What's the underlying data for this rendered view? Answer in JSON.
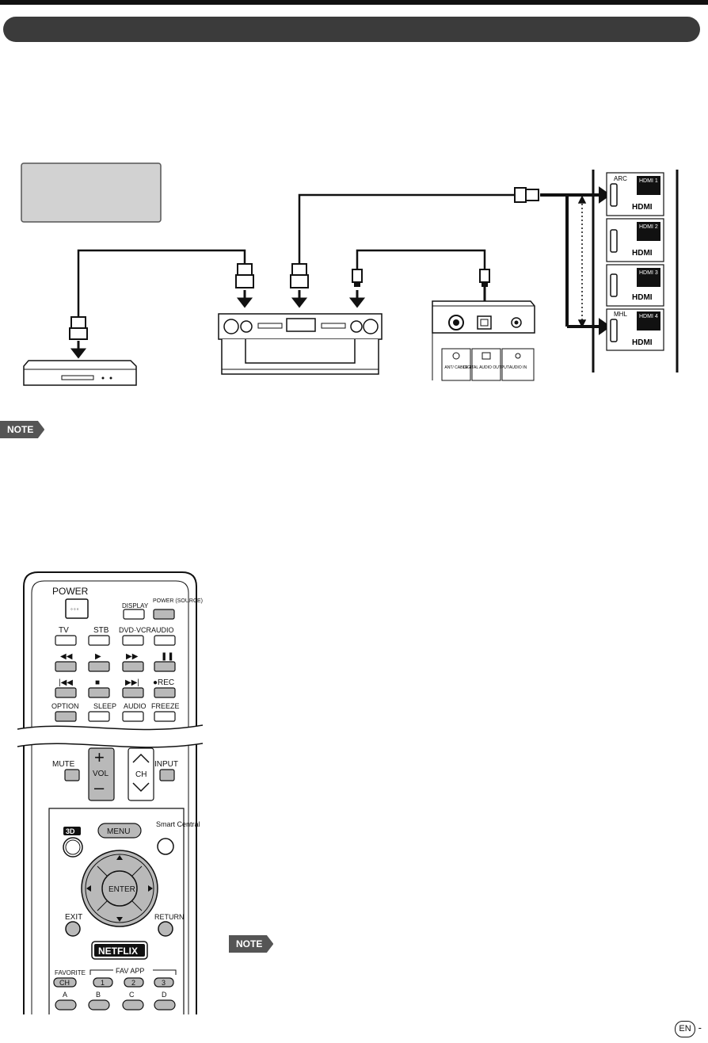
{
  "note_badge": "NOTE",
  "tv_panel": {
    "ports": [
      {
        "tag": "ARC",
        "label": "HDMI 1",
        "logo": "HDMI"
      },
      {
        "tag": "",
        "label": "HDMI 2",
        "logo": "HDMI"
      },
      {
        "tag": "",
        "label": "HDMI 3",
        "logo": "HDMI"
      },
      {
        "tag": "MHL",
        "label": "HDMI 4",
        "logo": "HDMI"
      }
    ]
  },
  "tv_back": {
    "labels": [
      "ANT/ CABLE",
      "DIGITAL AUDIO OUTPUT",
      "AUDIO IN"
    ]
  },
  "remote": {
    "top_row": [
      "POWER",
      "DISPLAY",
      "POWER (SOURCE)"
    ],
    "row2": [
      "TV",
      "STB",
      "DVD·VCR",
      "AUDIO"
    ],
    "row3_icons": [
      "rewind",
      "play",
      "fast-forward",
      "pause"
    ],
    "row4_icons": [
      "skip-back",
      "stop",
      "skip-forward",
      "record"
    ],
    "row4_rec": "●REC",
    "row5": [
      "OPTION",
      "SLEEP",
      "AUDIO",
      "FREEZE"
    ],
    "vol": "VOL",
    "ch": "CH",
    "mute": "MUTE",
    "input": "INPUT",
    "threed": "3D",
    "menu": "MENU",
    "smart": "Smart Central",
    "enter": "ENTER",
    "exit": "EXIT",
    "return": "RETURN",
    "netflix": "NETFLIX",
    "favorite": "FAVORITE",
    "fav_app": "FAV APP",
    "fav_ch": "CH",
    "fav_nums": [
      "1",
      "2",
      "3"
    ],
    "colors": [
      "A",
      "B",
      "C",
      "D"
    ]
  },
  "page_marker": "EN",
  "colors": {
    "button_gray": "#b9b9b9",
    "title_bar": "#3b3b3b",
    "placeholder_box": "#d2d2d2"
  }
}
